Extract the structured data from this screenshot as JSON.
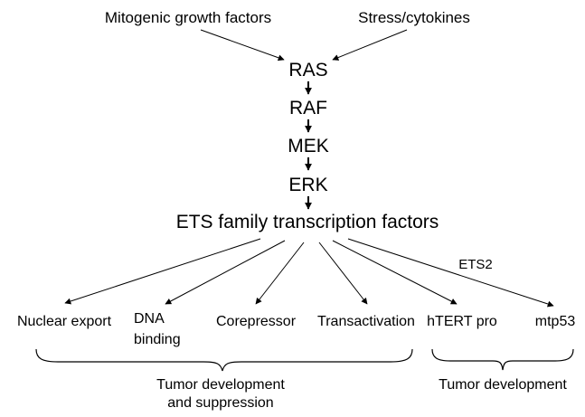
{
  "sources": {
    "mitogenic": "Mitogenic growth factors",
    "stress": "Stress/cytokines"
  },
  "cascade": {
    "ras": "RAS",
    "raf": "RAF",
    "mek": "MEK",
    "erk": "ERK"
  },
  "ets_family": "ETS family transcription factors",
  "edge_label_ets2": "ETS2",
  "targets": {
    "nuclear_export": "Nuclear export",
    "dna_line1": "DNA",
    "dna_line2": "binding",
    "corepressor": "Corepressor",
    "transactivation": "Transactivation",
    "htert": "hTERT pro",
    "mtp53": "mtp53"
  },
  "outcomes": {
    "left_line1": "Tumor development",
    "left_line2": "and suppression",
    "right": "Tumor development"
  },
  "colors": {
    "ink": "#000000",
    "background": "#ffffff"
  }
}
